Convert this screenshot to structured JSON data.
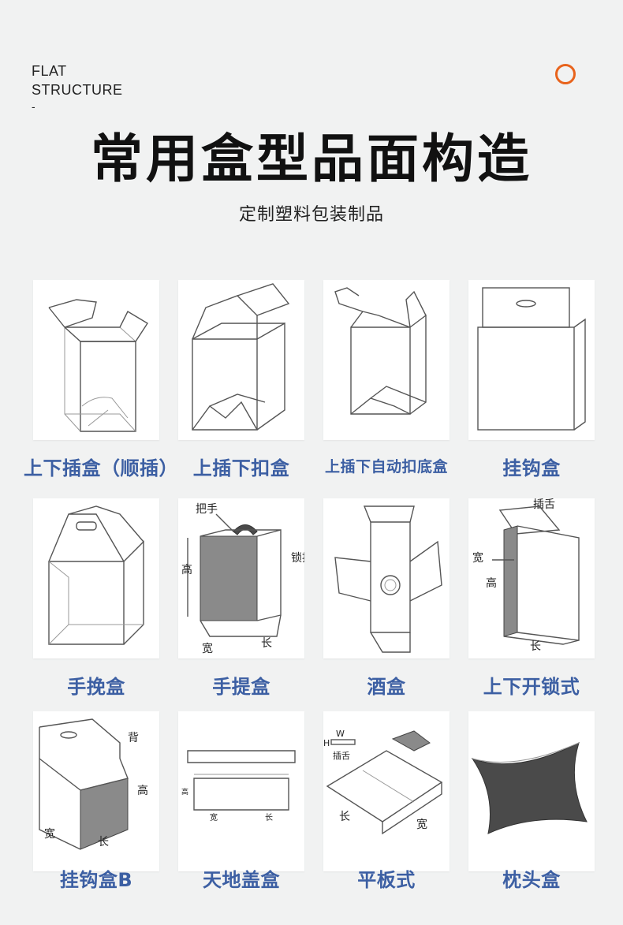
{
  "header": {
    "eyebrow_line1": "FLAT",
    "eyebrow_line2": "STRUCTURE",
    "eyebrow_dash": "-",
    "title": "常用盒型品面构造",
    "subtitle": "定制塑料包装制品",
    "accent_color": "#e8631c",
    "label_color": "#3c5fa3"
  },
  "boxes": [
    {
      "label": "上下插盒（顺插）"
    },
    {
      "label": "上插下扣盒"
    },
    {
      "label": "上插下自动扣底盒"
    },
    {
      "label": "挂钩盒"
    },
    {
      "label": "手挽盒"
    },
    {
      "label": "手提盒"
    },
    {
      "label": "酒盒"
    },
    {
      "label": "上下开锁式"
    },
    {
      "label": "挂钩盒B"
    },
    {
      "label": "天地盖盒"
    },
    {
      "label": "平板式"
    },
    {
      "label": "枕头盒"
    }
  ],
  "diagram_text": {
    "handle": "把手",
    "height": "高",
    "width": "宽",
    "length": "长",
    "lock": "锁扣",
    "tongue": "插舌",
    "back": "背",
    "w": "W",
    "h": "H"
  }
}
